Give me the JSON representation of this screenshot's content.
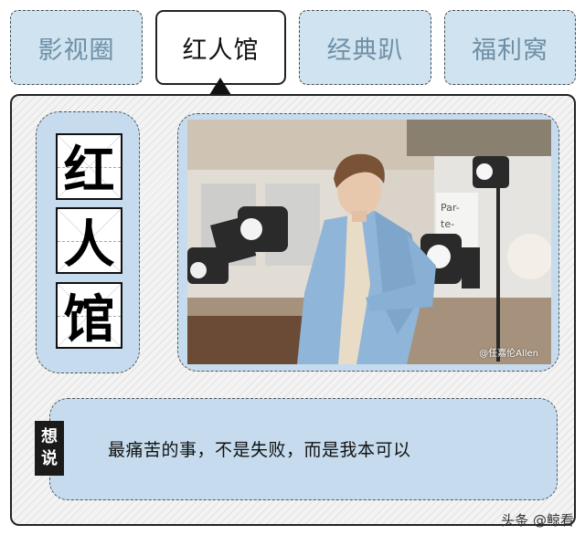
{
  "tabs": [
    {
      "label": "影视圈",
      "active": false
    },
    {
      "label": "红人馆",
      "active": true
    },
    {
      "label": "经典趴",
      "active": false
    },
    {
      "label": "福利窝",
      "active": false
    }
  ],
  "title_chars": [
    "红",
    "人",
    "馆"
  ],
  "photo": {
    "credit": "@任嘉伦Allen",
    "sign_text": "Par-te-res"
  },
  "quote": {
    "label_chars": [
      "想",
      "说"
    ],
    "text": "最痛苦的事，不是失败，而是我本可以"
  },
  "source_mark": "头条 @鲸看",
  "colors": {
    "panel_blue": "#c6dcee",
    "tab_text_blue": "#6f8fa6",
    "suit_blue": "#8fb5d8"
  }
}
